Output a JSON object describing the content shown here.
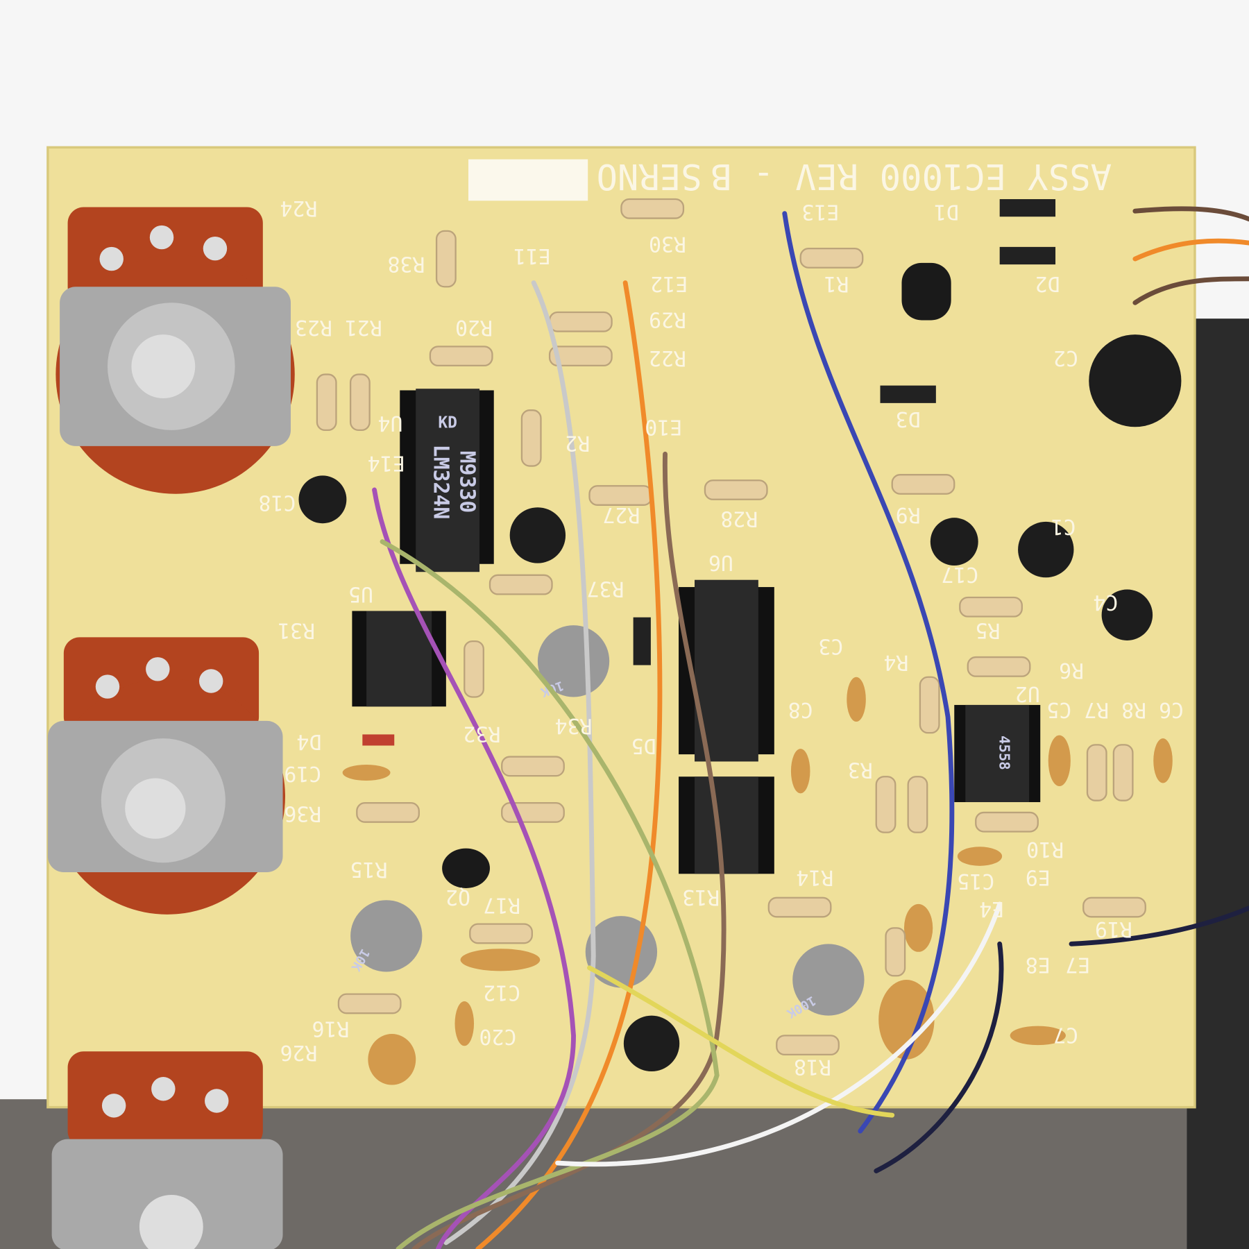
{
  "board": {
    "title_parts": [
      "ASSY EC1000",
      "REV - B",
      "SERNO"
    ],
    "chip_u4": {
      "logo": "KD",
      "line1": "M9330",
      "line2": "LM324N"
    },
    "chip_u2": "4558",
    "trimpot_labels": [
      "10K",
      "10K",
      "100K"
    ],
    "silkscreen": [
      "R24",
      "R38",
      "E11",
      "R30",
      "E13",
      "D1",
      "R1",
      "E12",
      "D2",
      "R29",
      "R20",
      "R21 R23",
      "R22",
      "C2",
      "D3",
      "E10",
      "U4",
      "R2",
      "E14",
      "C18",
      "R28",
      "R27",
      "R9",
      "C1",
      "U6",
      "C17",
      "U5",
      "R37",
      "C4",
      "R31",
      "R5",
      "C3",
      "R4",
      "R6",
      "C8",
      "U2",
      "C6 R8 R7 C5",
      "D4",
      "R32",
      "R34",
      "D5",
      "C19",
      "R3",
      "R36",
      "R10",
      "R15",
      "E9",
      "Q2",
      "R17",
      "R13",
      "R14",
      "C15",
      "E4",
      "R19",
      "E8",
      "E7",
      "C12",
      "C20",
      "R16",
      "R26",
      "R18",
      "C7"
    ]
  },
  "colors": {
    "pcb": "#efe09a",
    "pot_red": "#b3441f",
    "metal": "#a9a9a9",
    "ic": "#2a2a2a"
  }
}
